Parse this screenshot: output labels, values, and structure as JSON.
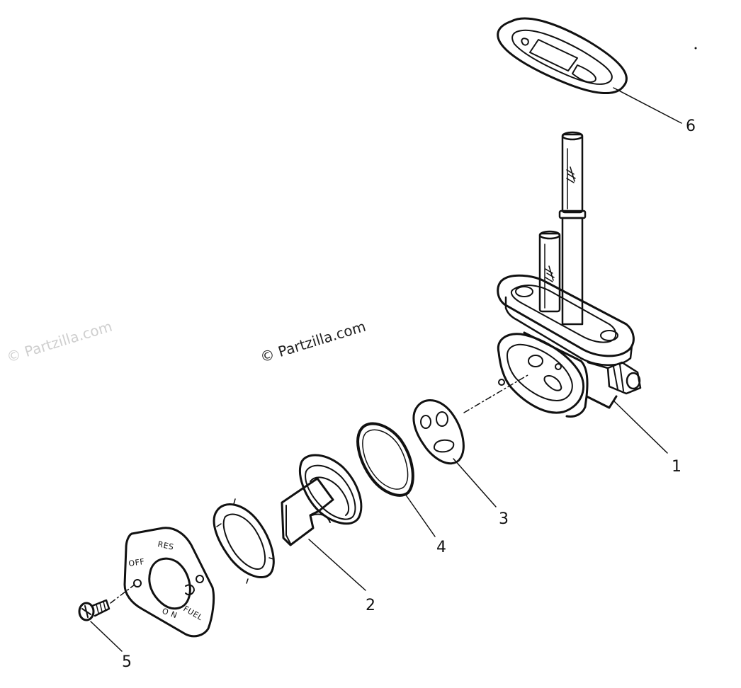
{
  "watermarks": {
    "center": "© Partzilla.com",
    "left": "© Partzilla.com"
  },
  "plate_markings": {
    "res": "RES",
    "off": "OFF",
    "on": "O N",
    "fuel": "FUEL"
  },
  "callouts": [
    {
      "id": "1",
      "label": "1"
    },
    {
      "id": "2",
      "label": "2"
    },
    {
      "id": "3",
      "label": "3"
    },
    {
      "id": "4",
      "label": "4"
    },
    {
      "id": "5",
      "label": "5"
    },
    {
      "id": "6",
      "label": "6"
    }
  ],
  "colors": {
    "ink": "#111111",
    "background": "#ffffff",
    "watermark_faint": "#cfcfcf"
  }
}
